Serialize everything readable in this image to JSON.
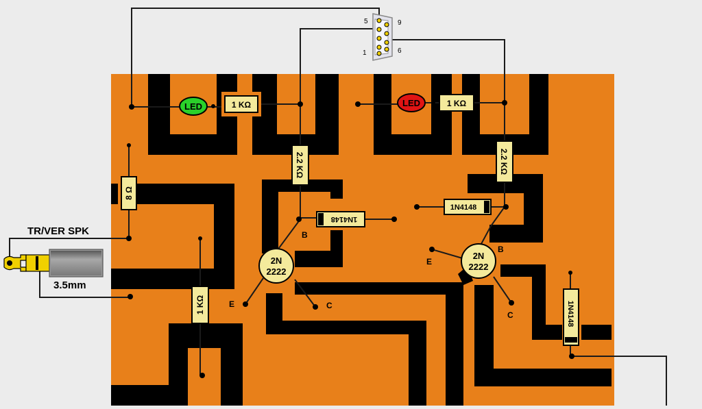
{
  "colors": {
    "board": "#e8801a",
    "trace": "#000000",
    "component_body": "#f4ea9c",
    "wire": "#1a1a1a",
    "led_green": "#2ad12a",
    "led_red": "#e01414",
    "background": "#ececec",
    "jack_plug": "#f0d000",
    "jack_body": "#9a9a9a"
  },
  "connector": {
    "type": "DB9",
    "pin_labels": {
      "top_left": "5",
      "top_right": "9",
      "bottom_left": "1",
      "bottom_right": "6"
    }
  },
  "audio_jack": {
    "title": "TR/VER SPK",
    "size": "3.5mm"
  },
  "components": {
    "led_left": "LED",
    "led_right": "LED",
    "r_led_left": "1 KΩ",
    "r_led_right": "1 KΩ",
    "r_base_left": "2.2 KΩ",
    "r_base_right": "2.2 KΩ",
    "r_speaker": "8 Ω",
    "r_lower": "1 KΩ",
    "diode_left": "1N4148",
    "diode_right": "1N4148",
    "diode_vertical": "1N4148"
  },
  "transistors": {
    "left": {
      "line1": "2N",
      "line2": "2222",
      "b": "B",
      "e": "E",
      "c": "C"
    },
    "right": {
      "line1": "2N",
      "line2": "2222",
      "b": "B",
      "e": "E",
      "c": "C"
    }
  }
}
